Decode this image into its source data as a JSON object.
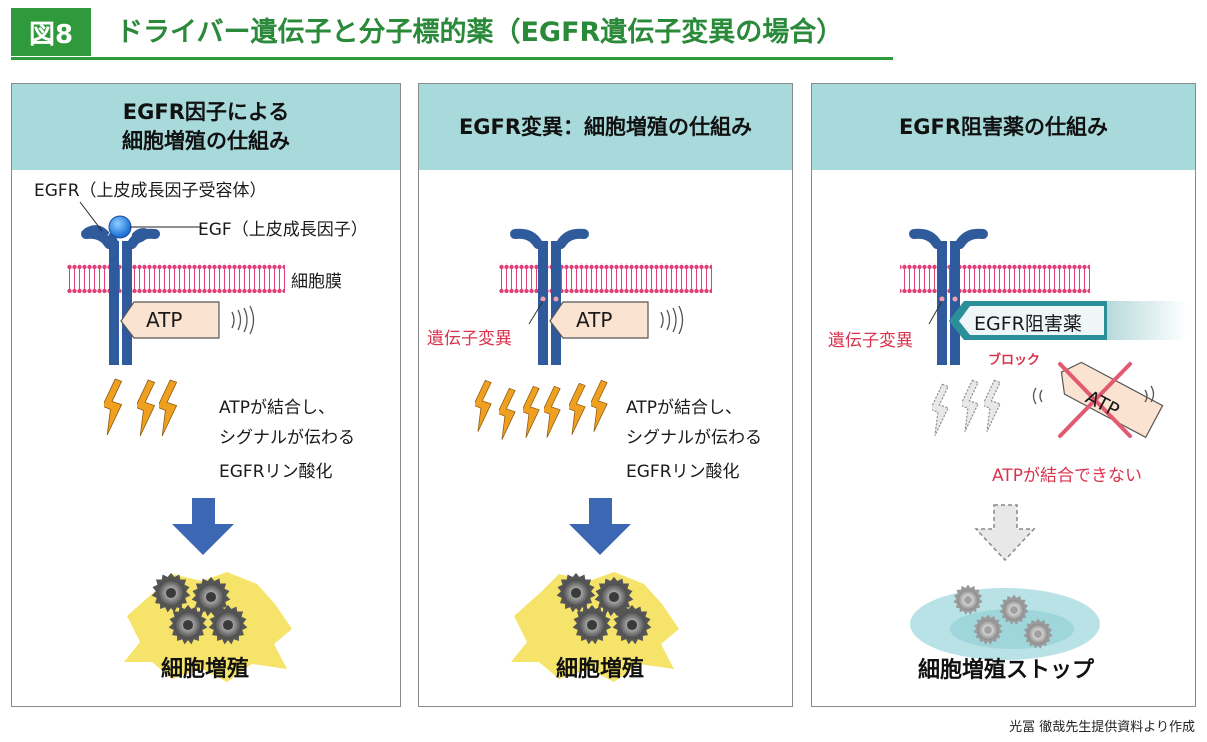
{
  "header": {
    "badge": "図8",
    "title": "ドライバー遺伝子と分子標的薬（EGFR遺伝子変異の場合）"
  },
  "panels": [
    {
      "title_line1": "EGFR因子による",
      "title_line2": "細胞増殖の仕組み",
      "egfr_label": "EGFR（上皮成長因子受容体）",
      "egf_label": "EGF（上皮成長因子）",
      "membrane_label": "細胞膜",
      "atp_label": "ATP",
      "desc_line1": "ATPが結合し、",
      "desc_line2": "シグナルが伝わる",
      "desc_line3": "EGFRリン酸化",
      "result_label": "細胞増殖"
    },
    {
      "title": "EGFR変異：細胞増殖の仕組み",
      "mutation_label": "遺伝子変異",
      "atp_label": "ATP",
      "desc_line1": "ATPが結合し、",
      "desc_line2": "シグナルが伝わる",
      "desc_line3": "EGFRリン酸化",
      "result_label": "細胞増殖"
    },
    {
      "title": "EGFR阻害薬の仕組み",
      "mutation_label": "遺伝子変異",
      "drug_label": "EGFR阻害薬",
      "block_label": "ブロック",
      "atp_label": "ATP",
      "cannot_bind_label": "ATPが結合できない",
      "result_label": "細胞増殖ストップ"
    }
  ],
  "source_note": "光冨 徹哉先生提供資料より作成",
  "colors": {
    "green": "#2e9a3c",
    "panel_header": "#a8dadc",
    "receptor": "#2f5b9c",
    "membrane": "#e0407a",
    "atp_fill": "#fbe3d2",
    "arrow": "#3b67b3",
    "lightning": "#f0a020",
    "burst": "#f6e46a",
    "red": "#d9334d",
    "drug": "#2a8f98"
  }
}
